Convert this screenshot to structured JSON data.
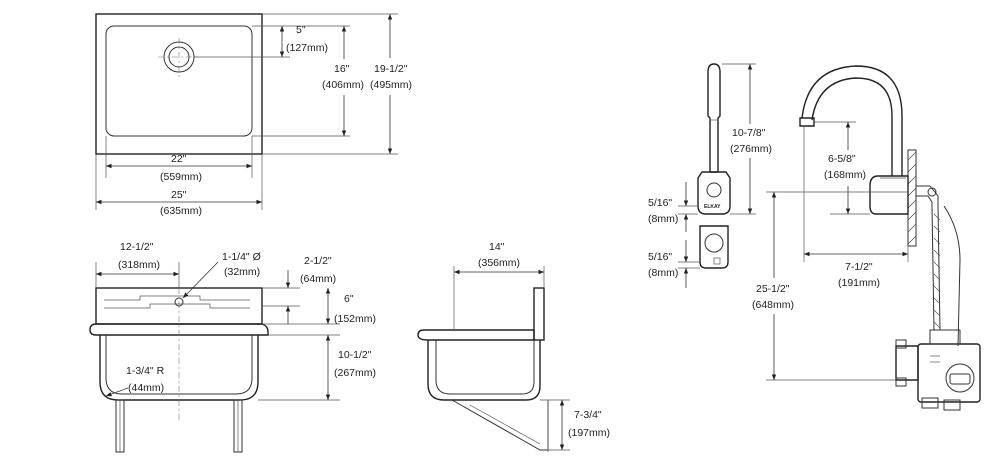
{
  "top_view": {
    "d5_in": "5\"",
    "d5_mm": "(127mm)",
    "d16_in": "16\"",
    "d16_mm": "(406mm)",
    "d19_in": "19-1/2\"",
    "d19_mm": "(495mm)",
    "d22_in": "22\"",
    "d22_mm": "(559mm)",
    "d25_in": "25\"",
    "d25_mm": "(635mm)"
  },
  "front_view": {
    "d12_in": "12-1/2\"",
    "d12_mm": "(318mm)",
    "drain_in": "1-1/4\" Ø",
    "drain_mm": "(32mm)",
    "d2_in": "2-1/2\"",
    "d2_mm": "(64mm)",
    "d6_in": "6\"",
    "d6_mm": "(152mm)",
    "d10_in": "10-1/2\"",
    "d10_mm": "(267mm)",
    "radius_in": "1-3/4\" R",
    "radius_mm": "(44mm)"
  },
  "side_view": {
    "d14_in": "14\"",
    "d14_mm": "(356mm)",
    "d7_in": "7-3/4\"",
    "d7_mm": "(197mm)"
  },
  "faucet_front": {
    "d10_in": "10-7/8\"",
    "d10_mm": "(276mm)",
    "d5a_in": "5/16\"",
    "d5a_mm": "(8mm)",
    "d5b_in": "5/16\"",
    "d5b_mm": "(8mm)",
    "logo_text": "ELKAY"
  },
  "faucet_side": {
    "d6_in": "6-5/8\"",
    "d6_mm": "(168mm)",
    "d7_in": "7-1/2\"",
    "d7_mm": "(191mm)",
    "d25_in": "25-1/2\"",
    "d25_mm": "(648mm)"
  }
}
